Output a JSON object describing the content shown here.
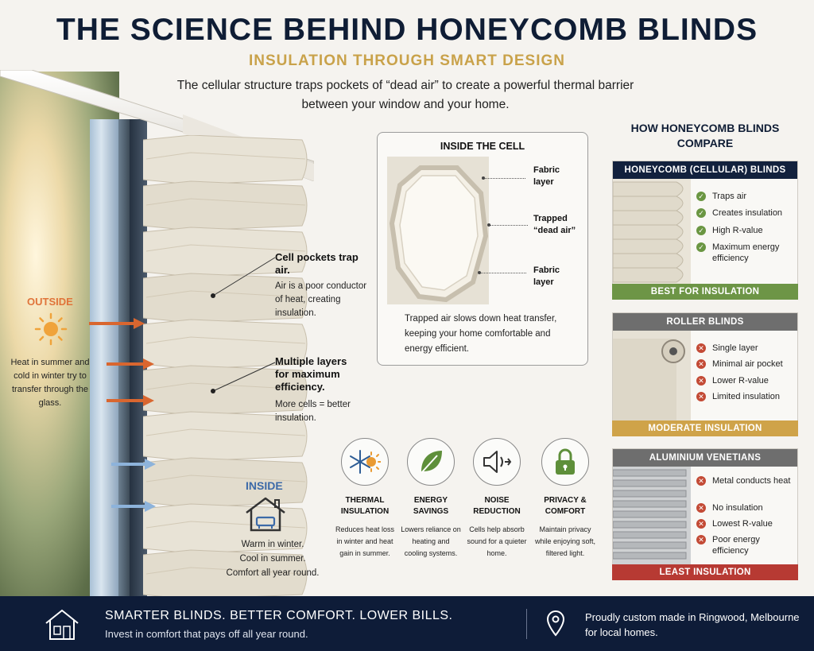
{
  "header": {
    "title": "THE SCIENCE BEHIND HONEYCOMB BLINDS",
    "subtitle": "INSULATION THROUGH SMART DESIGN",
    "intro": "The cellular structure traps pockets of “dead air” to create a powerful thermal barrier between your window and your home."
  },
  "outside": {
    "label": "OUTSIDE",
    "text": "Heat in summer and cold in winter try to transfer through the glass.",
    "icon": "sun-icon",
    "arrow_color": "#d9662f"
  },
  "inside": {
    "label": "INSIDE",
    "text_lines": [
      "Warm in winter.",
      "Cool in summer.",
      "Comfort all year round."
    ],
    "icon": "house-icon",
    "arrow_color": "#8db3db"
  },
  "callouts": [
    {
      "title": "Cell pockets trap air.",
      "body": "Air is a poor conductor of heat, creating insulation."
    },
    {
      "title": "Multiple layers for maximum efficiency.",
      "body": "More cells = better insulation."
    }
  ],
  "cell_box": {
    "title": "INSIDE THE CELL",
    "labels": [
      "Fabric layer",
      "Trapped “dead air”",
      "Fabric layer"
    ],
    "caption": "Trapped air slows down heat transfer, keeping your home comfortable and energy efficient."
  },
  "benefits": [
    {
      "title": "THERMAL INSULATION",
      "body": "Reduces heat loss in winter and heat gain in summer.",
      "icon": "snowflake-sun-icon"
    },
    {
      "title": "ENERGY SAVINGS",
      "body": "Lowers reliance on heating and cooling systems.",
      "icon": "leaf-icon"
    },
    {
      "title": "NOISE REDUCTION",
      "body": "Cells help absorb sound for a quieter home.",
      "icon": "speaker-icon"
    },
    {
      "title": "PRIVACY & COMFORT",
      "body": "Maintain privacy while enjoying soft, filtered light.",
      "icon": "lock-icon"
    }
  ],
  "compare": {
    "heading": "HOW HONEYCOMB BLINDS COMPARE",
    "cards": [
      {
        "name": "HONEYCOMB (CELLULAR) BLINDS",
        "head_color": "#12213d",
        "footer": "BEST FOR INSULATION",
        "footer_color": "#6d9546",
        "status": "ok",
        "features": [
          "Traps air",
          "Creates insulation",
          "High R-value",
          "Maximum energy efficiency"
        ]
      },
      {
        "name": "ROLLER BLINDS",
        "head_color": "#6e6e6e",
        "footer": "MODERATE INSULATION",
        "footer_color": "#cfa349",
        "status": "bad",
        "features": [
          "Single layer",
          "Minimal air pocket",
          "Lower R-value",
          "Limited insulation"
        ]
      },
      {
        "name": "ALUMINIUM VENETIANS",
        "head_color": "#6e6e6e",
        "footer": "LEAST INSULATION",
        "footer_color": "#b73a33",
        "status": "bad",
        "features": [
          "Metal conducts heat",
          "No insulation",
          "Lowest R-value",
          "Poor energy efficiency"
        ]
      }
    ]
  },
  "footer": {
    "headline": "SMARTER BLINDS. BETTER COMFORT. LOWER BILLS.",
    "subline": "Invest in comfort that pays off all year round.",
    "location": "Proudly custom made in Ringwood, Melbourne for local homes.",
    "background": "#0e1c38"
  }
}
